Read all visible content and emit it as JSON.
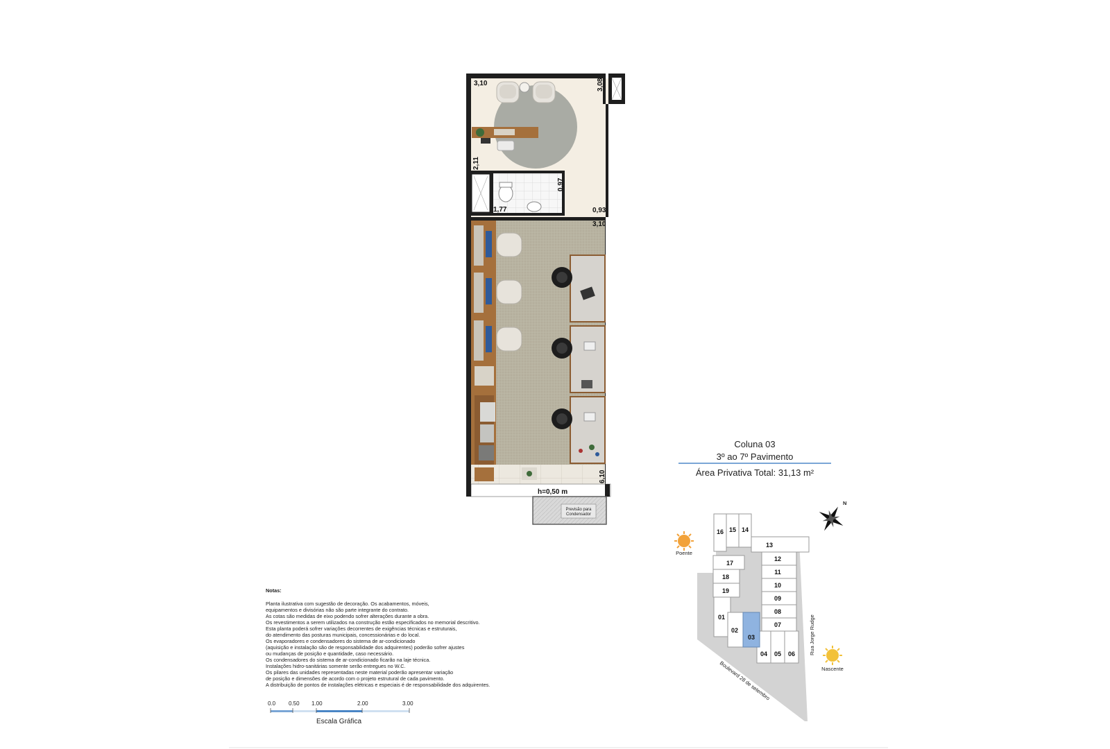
{
  "plan": {
    "dimensions": [
      "3,10",
      "3,08",
      "2,11",
      "0,97",
      "1,77",
      "0,93",
      "3,10",
      "6,10"
    ],
    "slab_height": "h=0,50 m",
    "condenser_label": [
      "Previsão para",
      "Condensador"
    ]
  },
  "header": {
    "column": "Coluna 03",
    "floors": "3º ao 7º Pavimento",
    "area": "Área Privativa Total: 31,13 m²"
  },
  "notes": {
    "heading": "Notas:",
    "lines": [
      "Planta ilustrativa com sugestão de decoração. Os acabamentos, móveis,",
      "equipamentos e divisórias não são parte integrante do contrato.",
      "As cotas são medidas de eixo podendo sofrer alterações durante a obra.",
      "Os revestimentos a serem utilizados na construção estão especificados no memorial descritivo.",
      "Esta planta poderá sofrer variações decorrentes de exigências técnicas e estruturais,",
      "do atendimento das posturas municipais, concessionárias e do local.",
      "Os evaporadores e condensadores do sistema de ar-condicionado",
      "(aquisição e instalação são de responsabilidade dos adquirentes) poderão sofrer ajustes",
      "ou mudanças de posição e quantidade, caso necessário.",
      "Os condensadores do sistema de ar-condicionado ficarão na laje técnica.",
      "Instalações hidro-sanitárias somente serão entregues no W.C.",
      "Os pilares das unidades representadas neste material poderão apresentar variação",
      "de posição e dimensões de acordo com o projeto estrutural de cada pavimento.",
      "A distribuição de pontos de instalações elétricas e especiais é de responsabilidade dos adquirentes."
    ]
  },
  "scale": {
    "ticks": [
      "0.0",
      "0.50",
      "1.00",
      "2.00",
      "3.00"
    ],
    "label": "Escala Gráfica"
  },
  "key_plan": {
    "units": [
      "16",
      "15",
      "14",
      "13",
      "12",
      "11",
      "10",
      "09",
      "08",
      "07",
      "17",
      "18",
      "19",
      "01",
      "02",
      "03",
      "04",
      "05",
      "06"
    ],
    "highlighted_unit": "03",
    "highlight_color": "#8fb3e0",
    "sun_west": "Poente",
    "sun_east": "Nascente",
    "street_east": "Rua Jorge Rudge",
    "street_south": "Boulevard 28 de setembro",
    "north": "N"
  },
  "colors": {
    "wall": "#1e1e1e",
    "floor_light": "#f4eee3",
    "carpet": "#b9b4a2",
    "wood": "#a5703c",
    "accent_line": "#7aa6d6"
  }
}
